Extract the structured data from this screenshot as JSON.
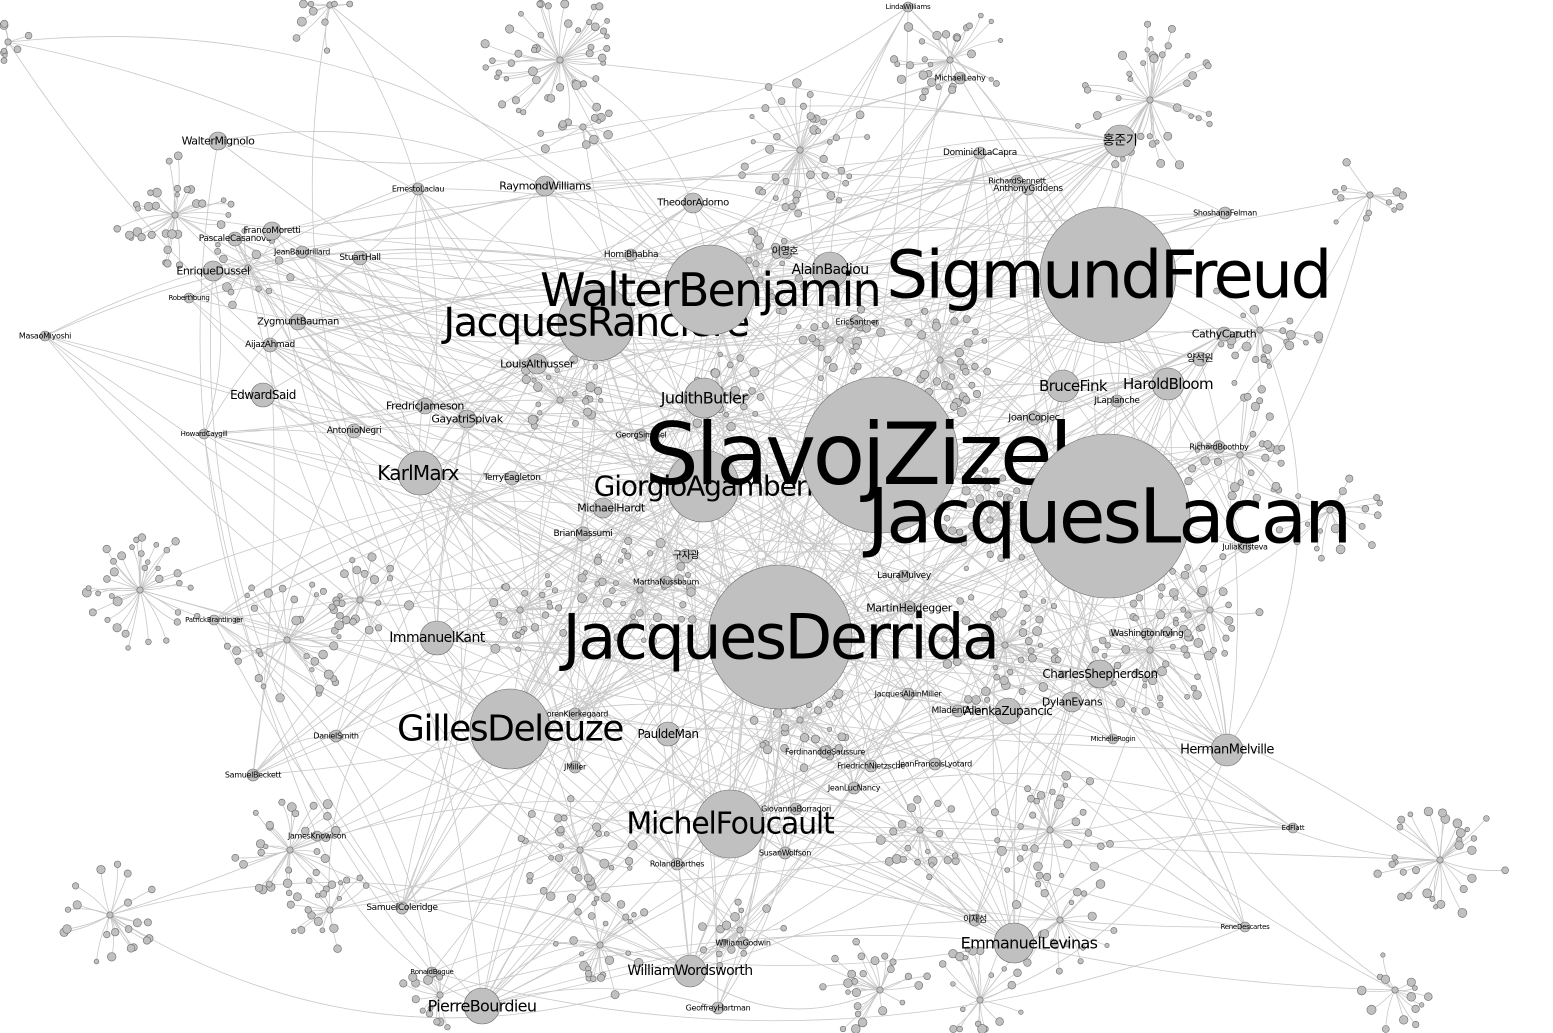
{
  "colors": {
    "background": "#ffffff",
    "node_fill": "#c0c0c0",
    "node_stroke": "#6a6a6a",
    "edge": "#c8c8c8",
    "label": "#000000"
  },
  "major_nodes": [
    {
      "id": "n1",
      "label": "SlavojZizek"
    },
    {
      "id": "n2",
      "label": "JacquesLacan"
    },
    {
      "id": "n3",
      "label": "SigmundFreud"
    },
    {
      "id": "n4",
      "label": "JacquesDerrida"
    },
    {
      "id": "n5",
      "label": "WalterBenjamin"
    },
    {
      "id": "n6",
      "label": "JacquesRanciere"
    },
    {
      "id": "n7",
      "label": "GillesDeleuze"
    },
    {
      "id": "n8",
      "label": "MichelFoucault"
    },
    {
      "id": "n9",
      "label": "GiorgioAgamben"
    },
    {
      "id": "n10",
      "label": "KarlMarx"
    },
    {
      "id": "n11",
      "label": "EmmanuelLevinas"
    },
    {
      "id": "n12",
      "label": "PierreBourdieu"
    },
    {
      "id": "n13",
      "label": "WilliamWordsworth"
    },
    {
      "id": "n14",
      "label": "HermanMelville"
    },
    {
      "id": "n15",
      "label": "ImmanuelKant"
    },
    {
      "id": "n16",
      "label": "JudithButler"
    },
    {
      "id": "n17",
      "label": "AlainBadiou"
    },
    {
      "id": "n18",
      "label": "BruceFink"
    },
    {
      "id": "n19",
      "label": "HaroldBloom"
    },
    {
      "id": "n20",
      "label": "AlenkaZupancic"
    },
    {
      "id": "n21",
      "label": "CharlesShepherdson"
    },
    {
      "id": "n22",
      "label": "EdwardSaid"
    },
    {
      "id": "n23",
      "label": "홍준기"
    },
    {
      "id": "n24",
      "label": "PauldeMan"
    },
    {
      "id": "n25",
      "label": "LouisAlthusser"
    },
    {
      "id": "n26",
      "label": "RaymondWilliams"
    },
    {
      "id": "n27",
      "label": "TheodorAdorno"
    },
    {
      "id": "n28",
      "label": "MichaelHardt"
    },
    {
      "id": "n29",
      "label": "DylanEvans"
    },
    {
      "id": "n30",
      "label": "WalterMignolo"
    },
    {
      "id": "n31",
      "label": "EnriqueDussel"
    },
    {
      "id": "n32",
      "label": "FrancoMoretti"
    },
    {
      "id": "n33",
      "label": "PascaleCasanova"
    },
    {
      "id": "n34",
      "label": "ZygmuntBauman"
    },
    {
      "id": "n35",
      "label": "AijazAhmad"
    },
    {
      "id": "n36",
      "label": "FredricJameson"
    },
    {
      "id": "n37",
      "label": "GayatriSpivak"
    },
    {
      "id": "n38",
      "label": "AntonioNegri"
    },
    {
      "id": "n39",
      "label": "TerryEagleton"
    },
    {
      "id": "n40",
      "label": "BrianMassumi"
    },
    {
      "id": "n41",
      "label": "StuartHall"
    },
    {
      "id": "n42",
      "label": "HomiBhabha"
    },
    {
      "id": "n43",
      "label": "이명호"
    },
    {
      "id": "n44",
      "label": "CathyCaruth"
    },
    {
      "id": "n45",
      "label": "JLaplanche"
    },
    {
      "id": "n46",
      "label": "JoanCopjec"
    },
    {
      "id": "n47",
      "label": "MartinHeidegger"
    },
    {
      "id": "n48",
      "label": "LauraMulvey"
    },
    {
      "id": "n49",
      "label": "MladenDolar"
    },
    {
      "id": "n50",
      "label": "JacquesAlainMiller"
    },
    {
      "id": "n51",
      "label": "FriedrichNietzsche"
    },
    {
      "id": "n52",
      "label": "JeanFrancoisLyotard"
    },
    {
      "id": "n53",
      "label": "FerdinanddeSaussure"
    },
    {
      "id": "n54",
      "label": "RolandBarthes"
    },
    {
      "id": "n55",
      "label": "SamuelColeridge"
    },
    {
      "id": "n56",
      "label": "SamuelBeckett"
    },
    {
      "id": "n57",
      "label": "DanielSmith"
    },
    {
      "id": "n58",
      "label": "JMiller"
    },
    {
      "id": "n59",
      "label": "WashingtonIrving"
    },
    {
      "id": "n60",
      "label": "AnthonyGiddens"
    },
    {
      "id": "n61",
      "label": "DominickLaCapra"
    },
    {
      "id": "n62",
      "label": "RichardSennett"
    },
    {
      "id": "n63",
      "label": "JuliaKristeva"
    },
    {
      "id": "n64",
      "label": "MichaelLeahy"
    },
    {
      "id": "n65",
      "label": "SorenKierkegaard"
    },
    {
      "id": "n66",
      "label": "GeorgSimmel"
    },
    {
      "id": "n67",
      "label": "ErnestoLaclau"
    },
    {
      "id": "n68",
      "label": "JeanBaudrillard"
    },
    {
      "id": "n69",
      "label": "EricSantner"
    },
    {
      "id": "n70",
      "label": "MarthaNussbaum"
    },
    {
      "id": "n71",
      "label": "양석원"
    },
    {
      "id": "n72",
      "label": "이재성"
    },
    {
      "id": "n73",
      "label": "구자광"
    },
    {
      "id": "n74",
      "label": "WilliamGodwin"
    },
    {
      "id": "n75",
      "label": "GeoffreyHartman"
    },
    {
      "id": "n76",
      "label": "JeanLucNancy"
    },
    {
      "id": "n77",
      "label": "GiovannaBorradori"
    },
    {
      "id": "n78",
      "label": "SusanWolfson"
    },
    {
      "id": "n79",
      "label": "RichardBoothby"
    },
    {
      "id": "n80",
      "label": "ShoshanaFelman"
    },
    {
      "id": "n81",
      "label": "MasaoMiyoshi"
    },
    {
      "id": "n82",
      "label": "RonaldBogue"
    },
    {
      "id": "n83",
      "label": "HowardCaygill"
    },
    {
      "id": "n84",
      "label": "PatrickBrantlinger"
    },
    {
      "id": "n85",
      "label": "ReneDescartes"
    },
    {
      "id": "n86",
      "label": "EdFlatt"
    },
    {
      "id": "n87",
      "label": "RobertYoung"
    },
    {
      "id": "n88",
      "label": "JamesKnowlson"
    },
    {
      "id": "n89",
      "label": "LindaWilliams"
    },
    {
      "id": "n90",
      "label": "MichelleRogin"
    }
  ]
}
